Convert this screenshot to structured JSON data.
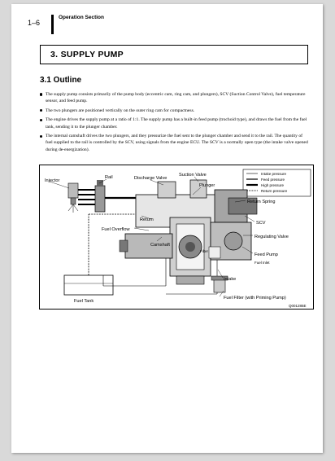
{
  "header": {
    "page_number": "1–6",
    "section_name": "Operation Section"
  },
  "section": {
    "title": "3. SUPPLY PUMP"
  },
  "subsection": {
    "title": "3.1 Outline"
  },
  "bullets": [
    "The supply pump consists primarily of the pump body (eccentric cam, ring cam, and plungers), SCV (Suction Control Valve), fuel temperature sensor, and feed pump.",
    "The two plungers are positioned vertically on the outer ring cam for compactness.",
    "The engine drives the supply pump at a ratio of 1:1. The supply pump has a built-in feed pump (trochoid type), and draws the fuel from the fuel tank, sending it to the plunger chamber.",
    "The internal camshaft drives the two plungers, and they pressurize the fuel sent to the plunger chamber and send it to the rail. The quantity of fuel supplied to the rail is controlled by the SCV, using signals from the engine ECU. The SCV is a normally open type (the intake valve opened during de-energization)."
  ],
  "figure": {
    "labels": {
      "injector": "Injector",
      "rail": "Rail",
      "discharge_valve": "Discharge Valve",
      "suction_valve": "Suction Valve",
      "plunger": "Plunger",
      "return": "Return",
      "fuel_overflow": "Fuel Overflow",
      "camshaft": "Camshaft",
      "fuel_tank": "Fuel Tank",
      "return_spring": "Return Spring",
      "scv": "SCV",
      "regulating_valve": "Regulating Valve",
      "filter": "Filter",
      "feed_pump": "Feed Pump",
      "fuel_inlet": "Fuel Inlet",
      "intake": "Intake",
      "fuel_filter": "Fuel Filter (with Priming Pump)",
      "figure_code": "Q001285E"
    },
    "legend": [
      {
        "label": "Intake pressure",
        "style": "thin"
      },
      {
        "label": "Feed pressure",
        "style": "medium"
      },
      {
        "label": "High pressure",
        "style": "thick"
      },
      {
        "label": "Return pressure",
        "style": "dashed"
      }
    ]
  }
}
